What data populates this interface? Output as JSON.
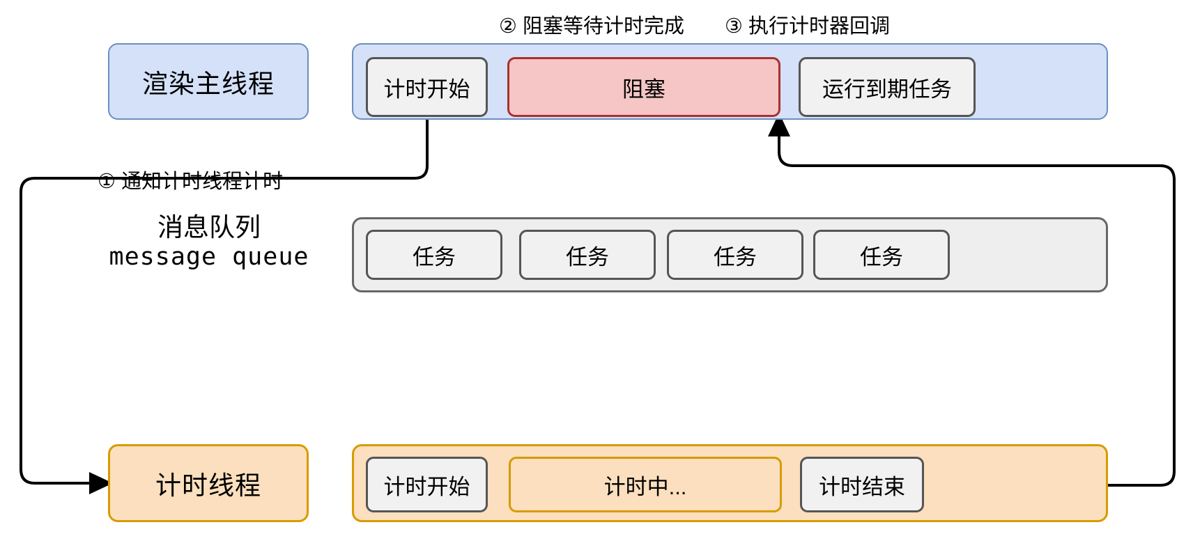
{
  "diagram": {
    "title": "timer thread blocking sequence diagram",
    "colors": {
      "main_thread_fill": "#d4e1f8",
      "main_thread_border": "#6c8ebf",
      "timer_thread_fill": "#fbdfbe",
      "timer_thread_border": "#d79b00",
      "blocked_fill": "#f5c6c5",
      "blocked_border": "#a8312f",
      "neutral_fill": "#f1f1f1",
      "neutral_border": "#555555",
      "queue_fill": "#eeeeee",
      "queue_border": "#666666",
      "wire": "#000000"
    },
    "annotations": [
      {
        "id": "step1",
        "text": "① 通知计时线程计时"
      },
      {
        "id": "step2",
        "text": "② 阻塞等待计时完成"
      },
      {
        "id": "step3",
        "text": "③ 执行计时器回调"
      }
    ],
    "main_thread": {
      "label": "渲染主线程",
      "blocks": [
        {
          "id": "timer-start",
          "text": "计时开始",
          "style": "neutral"
        },
        {
          "id": "blocked",
          "text": "阻塞",
          "style": "red"
        },
        {
          "id": "run-expired-task",
          "text": "运行到期任务",
          "style": "neutral"
        }
      ]
    },
    "message_queue": {
      "label_cn": "消息队列",
      "label_en": "message queue",
      "tasks": [
        {
          "id": "task-1",
          "text": "任务"
        },
        {
          "id": "task-2",
          "text": "任务"
        },
        {
          "id": "task-3",
          "text": "任务"
        },
        {
          "id": "task-4",
          "text": "任务"
        }
      ]
    },
    "timer_thread": {
      "label": "计时线程",
      "blocks": [
        {
          "id": "timer-start",
          "text": "计时开始",
          "style": "neutral"
        },
        {
          "id": "timing",
          "text": "计时中...",
          "style": "orange"
        },
        {
          "id": "timer-end",
          "text": "计时结束",
          "style": "neutral"
        }
      ]
    }
  }
}
